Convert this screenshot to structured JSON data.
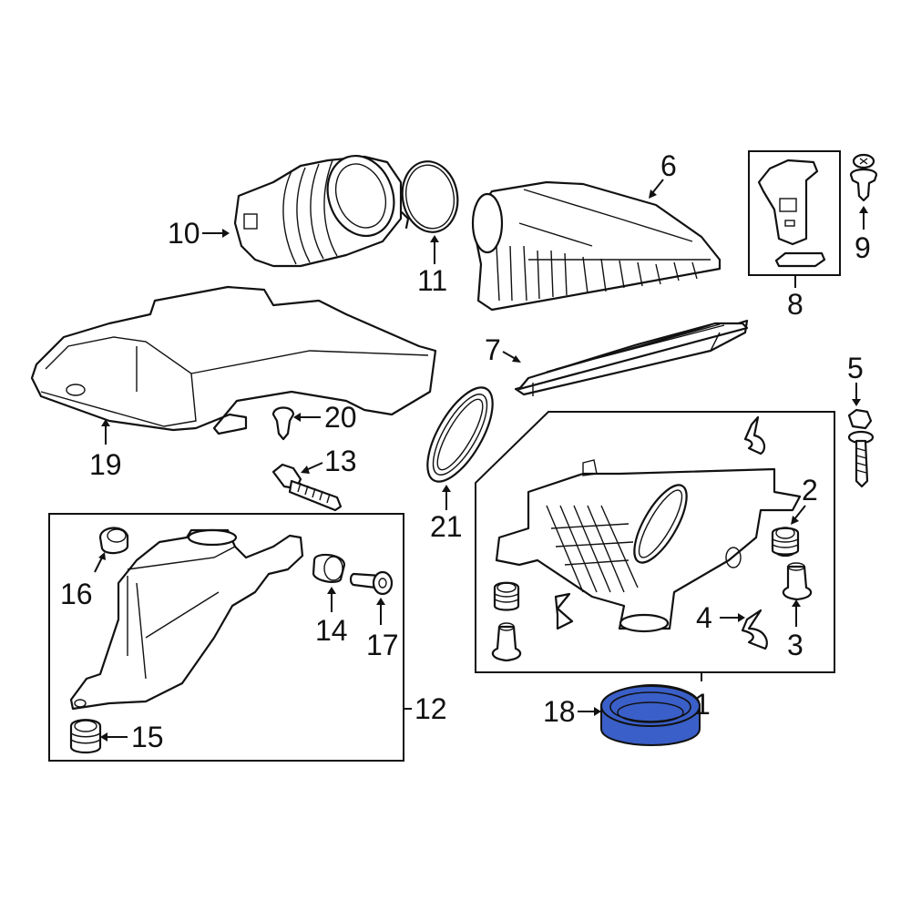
{
  "diagram": {
    "type": "exploded-parts-diagram",
    "highlight_color": "#3a5fc8",
    "highlighted_part": "18",
    "callouts": [
      {
        "id": "c1",
        "label": "1"
      },
      {
        "id": "c2",
        "label": "2"
      },
      {
        "id": "c3",
        "label": "3"
      },
      {
        "id": "c4",
        "label": "4"
      },
      {
        "id": "c5",
        "label": "5"
      },
      {
        "id": "c6",
        "label": "6"
      },
      {
        "id": "c7",
        "label": "7"
      },
      {
        "id": "c8",
        "label": "8"
      },
      {
        "id": "c9",
        "label": "9"
      },
      {
        "id": "c10",
        "label": "10"
      },
      {
        "id": "c11",
        "label": "11"
      },
      {
        "id": "c12",
        "label": "12"
      },
      {
        "id": "c13",
        "label": "13"
      },
      {
        "id": "c14",
        "label": "14"
      },
      {
        "id": "c15",
        "label": "15"
      },
      {
        "id": "c16",
        "label": "16"
      },
      {
        "id": "c17",
        "label": "17"
      },
      {
        "id": "c18",
        "label": "18"
      },
      {
        "id": "c19",
        "label": "19"
      },
      {
        "id": "c20",
        "label": "20"
      },
      {
        "id": "c21",
        "label": "21"
      }
    ]
  }
}
